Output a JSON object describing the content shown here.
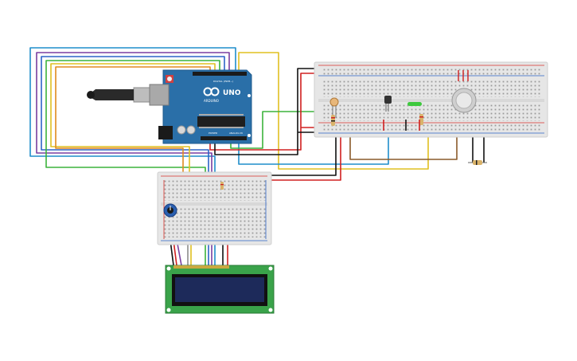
{
  "arduino": {
    "logo": "UNO",
    "brand": "ARDUINO",
    "power_label": "POWER",
    "analog_label": "ANALOG IN",
    "digital_label": "DIGITAL (PWM~)"
  },
  "colors": {
    "arduino_board": "#2a6fa8",
    "breadboard": "#e6e6e6",
    "lcd_pcb": "#3aa34a",
    "lcd_screen": "#1d2a5a",
    "rail_red": "#d9302a",
    "rail_blue": "#2c63c7"
  },
  "wire_colors": [
    "#1f8ecb",
    "#7a3fa0",
    "#3bb33b",
    "#e0c020",
    "#e08a1e",
    "#d02020",
    "#111111",
    "#8a5a2a",
    "#8c8c8c"
  ]
}
